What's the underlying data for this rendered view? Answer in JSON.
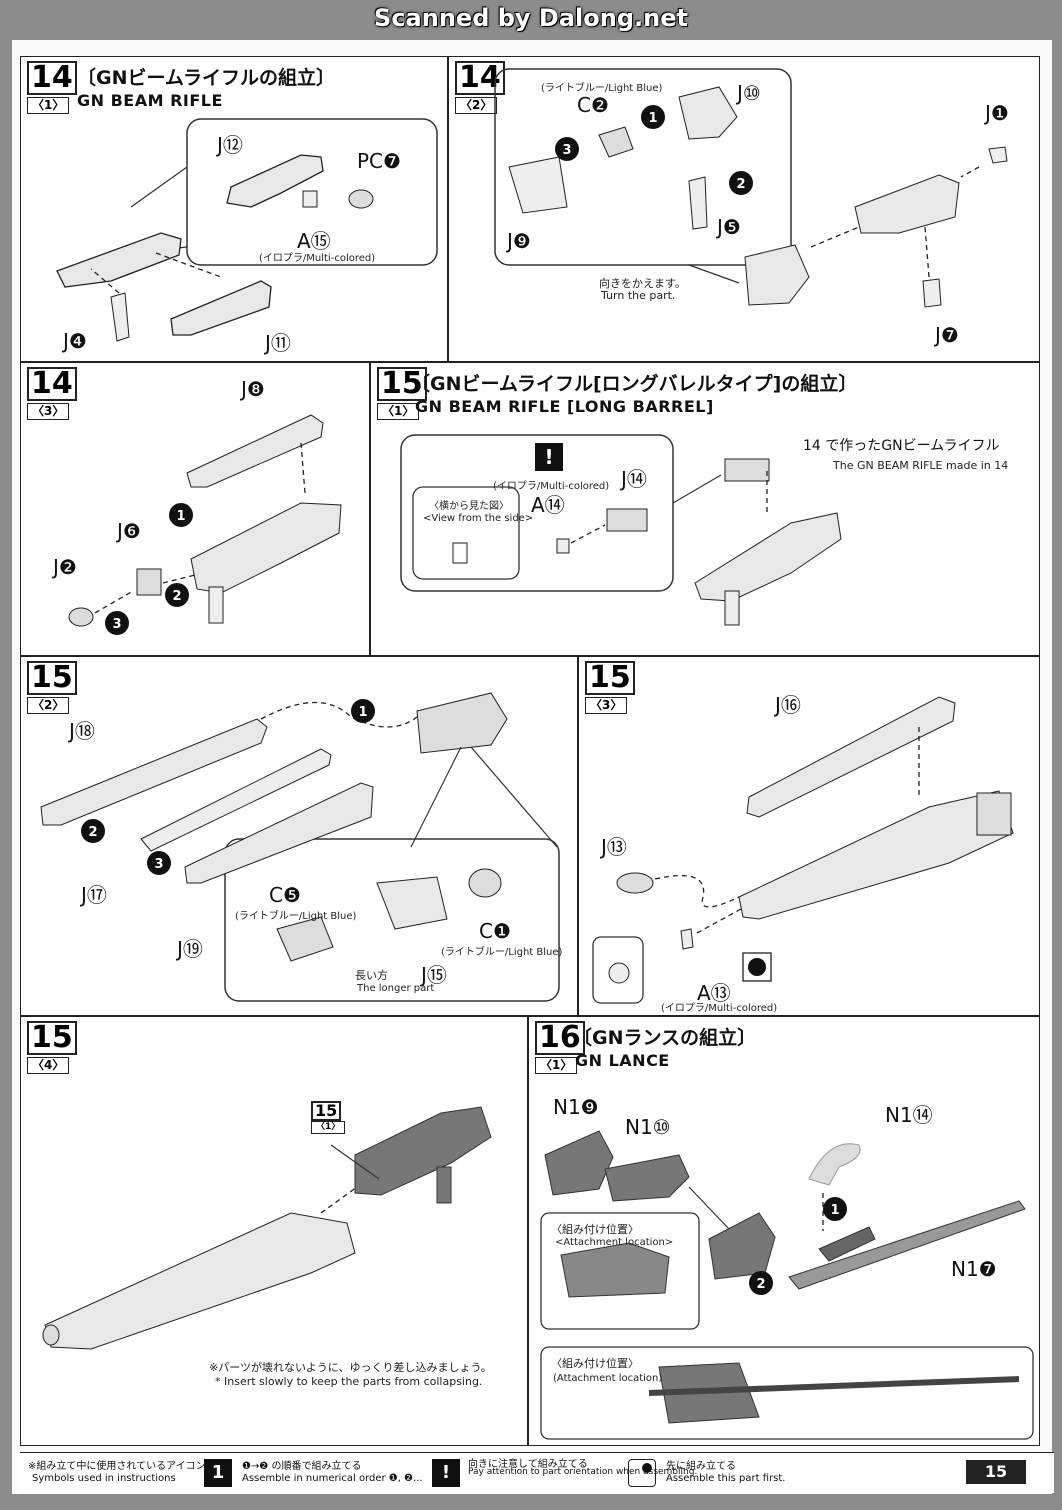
{
  "header": {
    "scan_credit": "Scanned by Dalong.net"
  },
  "panel_14_1": {
    "step": "14",
    "sub": "〈1〉",
    "title_jp": "〔GNビームライフルの組立〕",
    "title_en": "GN BEAM RIFLE",
    "labels": {
      "j12": "J⑫",
      "pc7": "PC❼",
      "a15": "A⑮",
      "a15_note": "(イロプラ/Multi-colored)",
      "j4": "J❹",
      "j11": "J⑪"
    }
  },
  "panel_14_2": {
    "step": "14",
    "sub": "〈2〉",
    "labels": {
      "light_blue": "(ライトブルー/Light Blue)",
      "c2": "C❷",
      "j10": "J⑩",
      "j1": "J❶",
      "j9": "J❾",
      "j5": "J❺",
      "j7": "J❼",
      "turn_jp": "向きをかえます。",
      "turn_en": "Turn the part."
    }
  },
  "panel_14_3": {
    "step": "14",
    "sub": "〈3〉",
    "labels": {
      "j8": "J❽",
      "j6": "J❻",
      "j2": "J❷"
    }
  },
  "panel_15_1": {
    "step": "15",
    "sub": "〈1〉",
    "title_jp": "〔GNビームライフル[ロングバレルタイプ]の組立〕",
    "title_en": "GN BEAM RIFLE [LONG BARREL]",
    "labels": {
      "made_jp": "14 で作ったGNビームライフル",
      "made_en": "The GN BEAM RIFLE made in 14",
      "multi": "(イロプラ/Multi-colored)",
      "a14": "A⑭",
      "j14": "J⑭",
      "side_jp": "〈横から見た図〉",
      "side_en": "<View from the side>"
    }
  },
  "panel_15_2": {
    "step": "15",
    "sub": "〈2〉",
    "labels": {
      "j18": "J⑱",
      "j17": "J⑰",
      "j19": "J⑲",
      "c5": "C❺",
      "c5_note": "(ライトブルー/Light Blue)",
      "c1": "C❶",
      "c1_note": "(ライトブルー/Light Blue)",
      "j15": "J⑮",
      "longer_jp": "長い方",
      "longer_en": "The longer part"
    }
  },
  "panel_15_3": {
    "step": "15",
    "sub": "〈3〉",
    "labels": {
      "j16": "J⑯",
      "j13": "J⑬",
      "a13": "A⑬",
      "a13_note": "(イロプラ/Multi-colored)"
    }
  },
  "panel_15_4": {
    "step": "15",
    "sub": "〈4〉",
    "labels": {
      "ref_step": "15",
      "ref_sub": "〈1〉",
      "note_jp": "※パーツが壊れないように、ゆっくり差し込みましょう。",
      "note_en": "* Insert slowly to keep the parts from collapsing."
    }
  },
  "panel_16_1": {
    "step": "16",
    "sub": "〈1〉",
    "title_jp": "〔GNランスの組立〕",
    "title_en": "GN LANCE",
    "labels": {
      "n19": "N1❾",
      "n110": "N1⑩",
      "n114": "N1⑭",
      "n17": "N1❼",
      "attach_jp": "〈組み付け位置〉",
      "attach_en": "<Attachment location>",
      "attach2_jp": "〈組み付け位置〉",
      "attach2_en": "(Attachment location)"
    }
  },
  "footer": {
    "symbols_jp": "※組み立て中に使用されているアイコン",
    "symbols_en": "Symbols used in instructions",
    "order_jp": "❶→❷ の順番で組み立てる",
    "order_en": "Assemble in numerical order ❶, ❷...",
    "attention_jp": "向きに注意して組み立てる",
    "attention_en": "Pay attention to part orientation when assembling.",
    "first_jp": "先に組み立てる",
    "first_en": "Assemble this part first.",
    "page": "15"
  }
}
